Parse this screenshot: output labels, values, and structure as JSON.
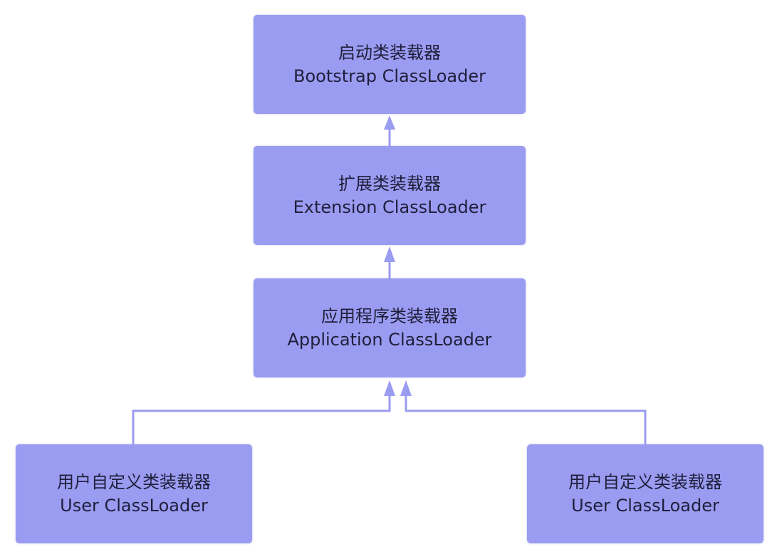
{
  "diagram": {
    "colors": {
      "node_fill": "#9a9cf2",
      "connector": "#9a9cf2",
      "text": "#1f1f3a"
    },
    "nodes": {
      "bootstrap": {
        "title_cn": "启动类装载器",
        "title_en": "Bootstrap ClassLoader"
      },
      "extension": {
        "title_cn": "扩展类装载器",
        "title_en": "Extension ClassLoader"
      },
      "application": {
        "title_cn": "应用程序类装载器",
        "title_en": "Application ClassLoader"
      },
      "user_left": {
        "title_cn": "用户自定义类装载器",
        "title_en": "User ClassLoader"
      },
      "user_right": {
        "title_cn": "用户自定义类装载器",
        "title_en": "User ClassLoader"
      }
    },
    "edges": [
      {
        "from": "extension",
        "to": "bootstrap"
      },
      {
        "from": "application",
        "to": "extension"
      },
      {
        "from": "user_left",
        "to": "application"
      },
      {
        "from": "user_right",
        "to": "application"
      }
    ]
  }
}
